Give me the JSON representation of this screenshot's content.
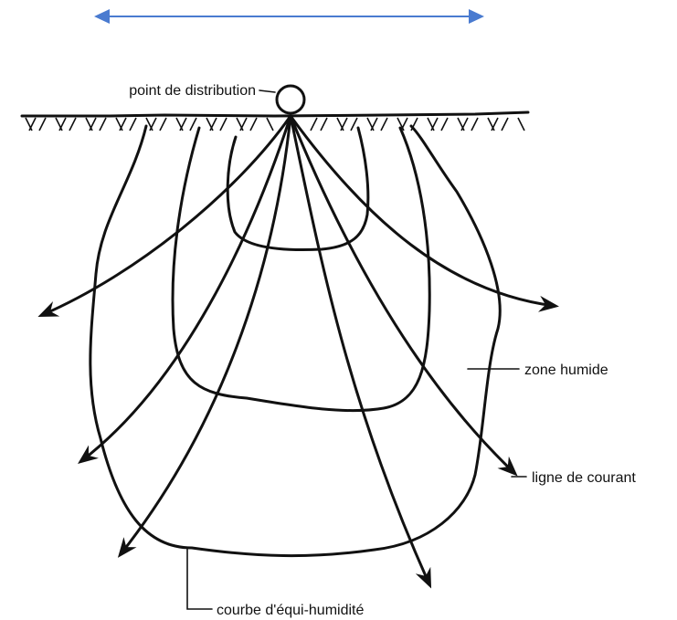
{
  "diagram": {
    "labels": {
      "distribution_point": "point de distribution",
      "wet_zone": "zone humide",
      "flow_line": "ligne de courant",
      "iso_moisture_curve": "courbe d'équi-humidité"
    },
    "colors": {
      "ink": "#111111",
      "width_arrow": "#4a7bd0",
      "background": "#ffffff"
    }
  }
}
